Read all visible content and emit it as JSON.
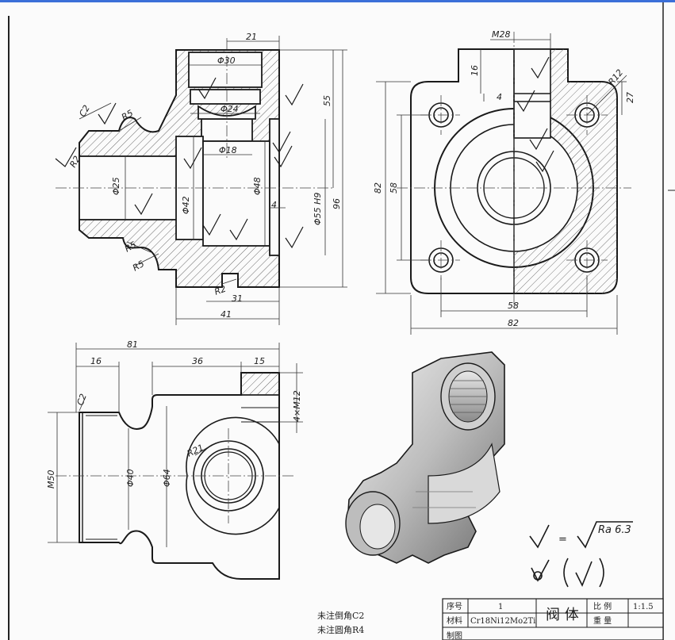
{
  "colors": {
    "line": "#1a1a1a",
    "hatch": "#6a6a6a",
    "paper": "#fbfbfb",
    "accent": "#3b6fd8"
  },
  "section_view": {
    "dims": {
      "d21": "21",
      "d30": "Φ30",
      "d24": "Φ24",
      "d18": "Φ18",
      "d25": "Φ25",
      "d42": "Φ42",
      "d48": "Φ48",
      "d55": "Φ55 H9",
      "c2": "C2",
      "r5a": "R5",
      "r5b": "R5",
      "r5c": "R5",
      "r2": "R2",
      "d31": "31",
      "d41": "41",
      "d55h": "55",
      "d96": "96",
      "d4": "4"
    }
  },
  "side_view": {
    "dims": {
      "m28": "M28",
      "d16": "16",
      "d4": "4",
      "r12": "R12",
      "d27": "27",
      "d82v": "82",
      "d58v": "58",
      "d58h": "58",
      "d82h": "82"
    }
  },
  "top_view": {
    "dims": {
      "d81": "81",
      "d16": "16",
      "d36": "36",
      "d15": "15",
      "c2": "C2",
      "m50": "M50",
      "d40": "Φ40",
      "d64": "Φ64",
      "r21": "R21",
      "m12": "4×M12"
    }
  },
  "roughness": {
    "ra": "Ra 6.3",
    "equals": "="
  },
  "notes": {
    "chamfer": "未注倒角C2",
    "fillet": "未注圆角R4"
  },
  "title_block": {
    "seq_label": "序号",
    "seq_value": "1",
    "material_label": "材料",
    "material_value": "Cr18Ni12Mo2Ti",
    "part_name": "阀 体",
    "scale_label": "比 例",
    "scale_value": "1:1.5",
    "weight_label": "重 量",
    "drawn_label": "制图"
  }
}
